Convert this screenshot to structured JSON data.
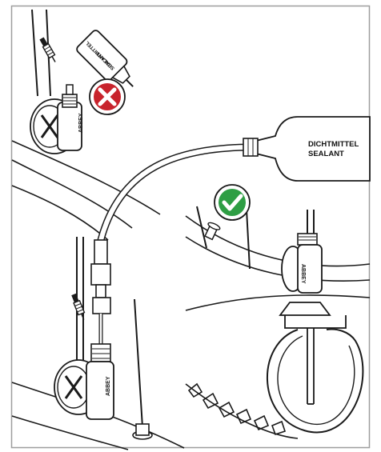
{
  "colors": {
    "frame": "#9e9e9e",
    "ink": "#111111",
    "line": "#1a1a1a",
    "grey_fill": "#8a8a8a",
    "reject_red": "#c8232c",
    "approve_green": "#2e9e44"
  },
  "labels": {
    "sealant_bottle_small": {
      "line1": "DICHTMITTEL",
      "line2": "SEALANT"
    },
    "sealant_bottle_large": {
      "line1": "DICHTMITTEL",
      "line2": "SEALANT"
    }
  },
  "marks": {
    "wrong_method_icon": "cross-mark-icon",
    "correct_method_icon": "check-mark-icon"
  }
}
